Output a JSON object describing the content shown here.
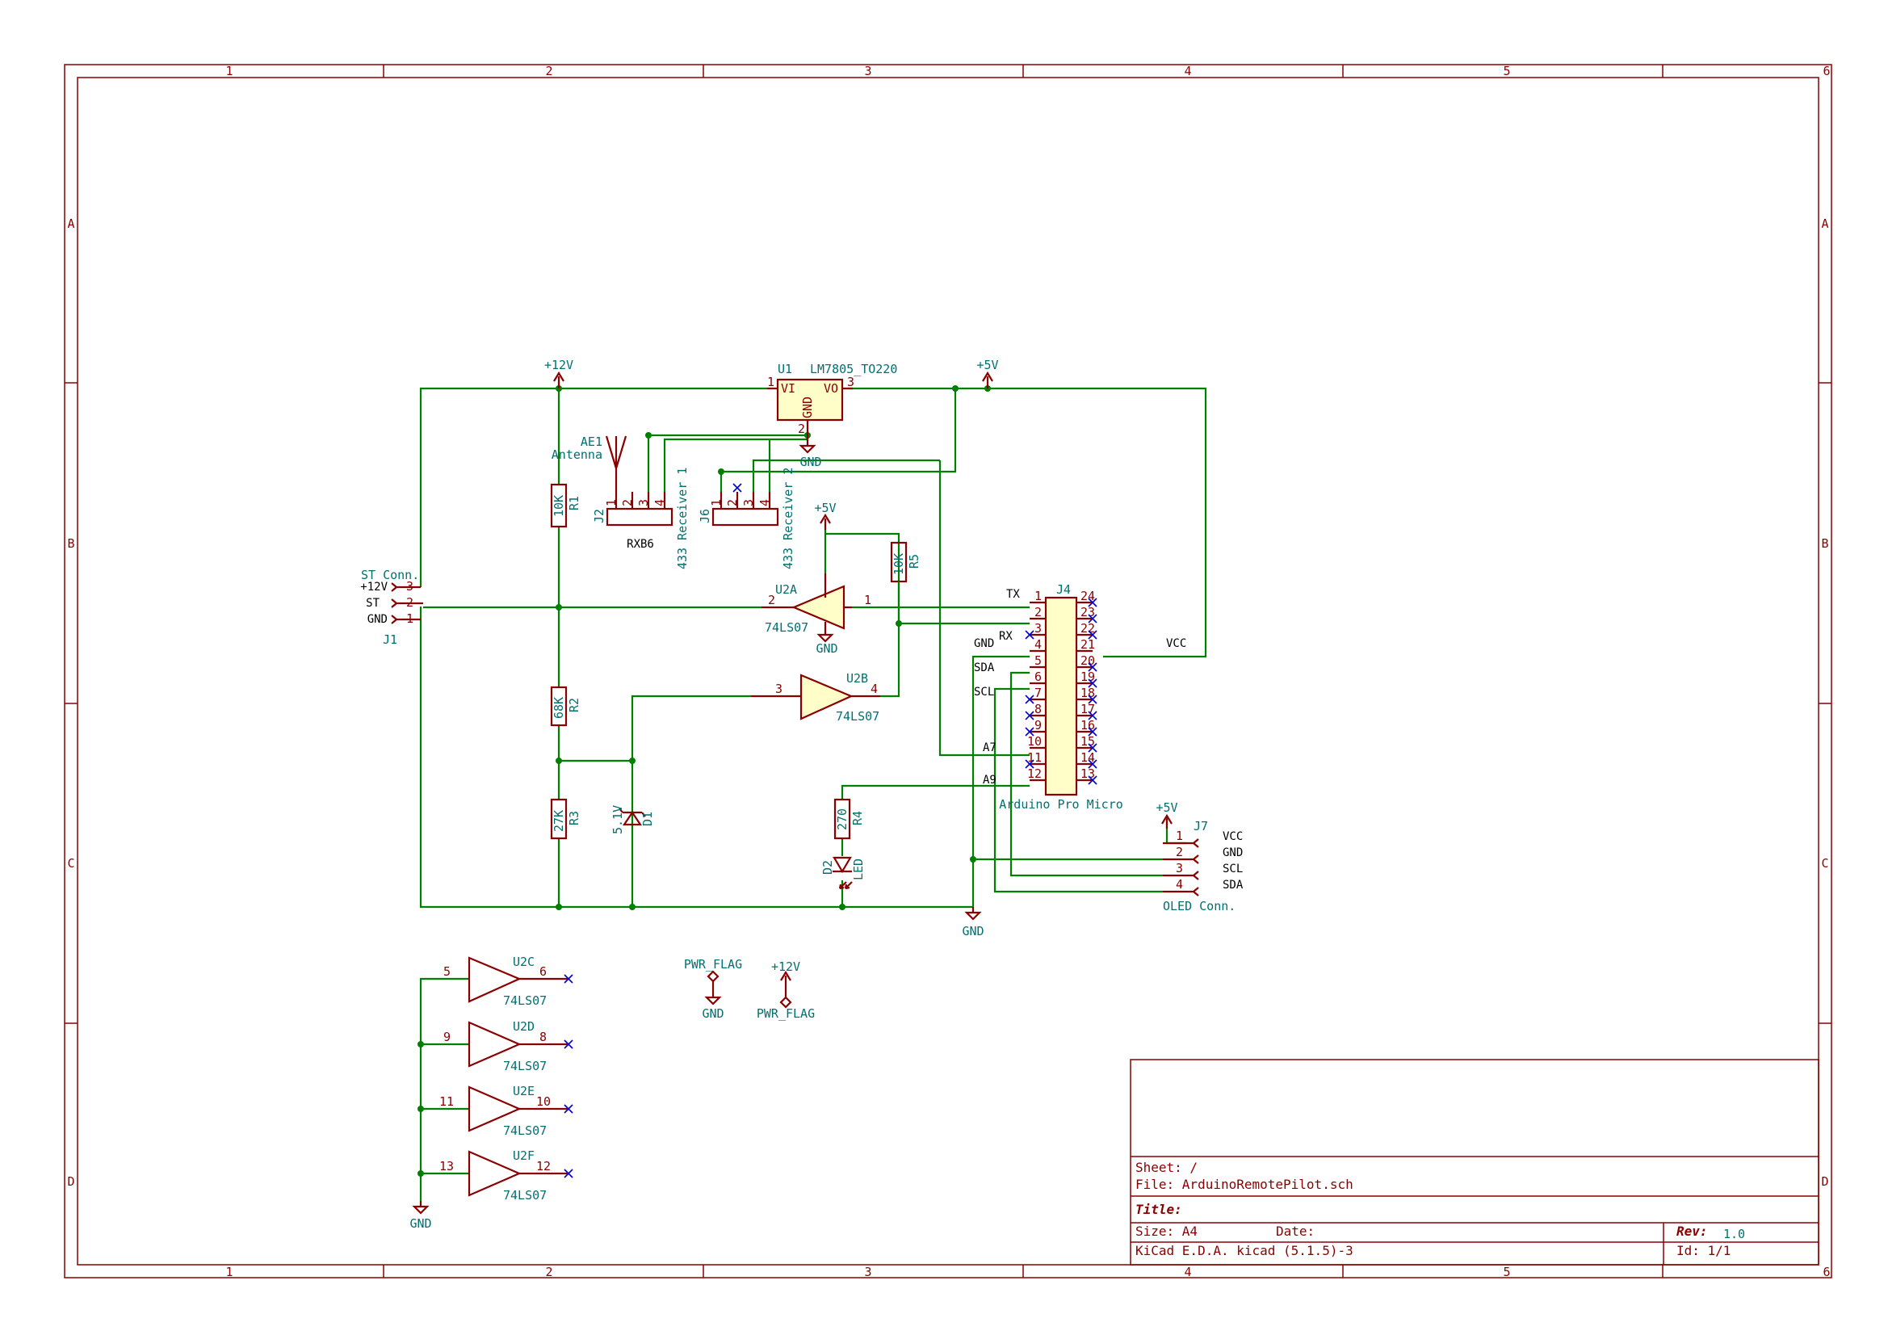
{
  "frame": {
    "columns": [
      "1",
      "2",
      "3",
      "4",
      "5",
      "6"
    ],
    "rows": [
      "A",
      "B",
      "C",
      "D"
    ]
  },
  "title_block": {
    "sheet": "Sheet: /",
    "file": "File: ArduinoRemotePilot.sch",
    "title": "Title:",
    "size": "Size: A4",
    "date": "Date:",
    "rev_label": "Rev:",
    "rev_value": "1.0",
    "tool": "KiCad E.D.A.  kicad (5.1.5)-3",
    "id": "Id: 1/1"
  },
  "components": {
    "u1": {
      "ref": "U1",
      "value": "LM7805_TO220",
      "pin_vi": "VI",
      "pin_vo": "VO",
      "pin_gnd": "GND",
      "pin1": "1",
      "pin2": "2",
      "pin3": "3"
    },
    "ae1": {
      "ref": "AE1",
      "value": "Antenna"
    },
    "r1": {
      "ref": "R1",
      "value": "10K"
    },
    "r2": {
      "ref": "R2",
      "value": "68K"
    },
    "r3": {
      "ref": "R3",
      "value": "27K"
    },
    "r4": {
      "ref": "R4",
      "value": "270"
    },
    "r5": {
      "ref": "R5",
      "value": "10K"
    },
    "d1": {
      "ref": "D1",
      "value": "5.1V"
    },
    "d2": {
      "ref": "D2",
      "value": "LED"
    },
    "j1": {
      "ref": "J1",
      "value": "ST Conn.",
      "pins": [
        "3",
        "2",
        "1"
      ],
      "labels": [
        "+12V",
        "ST",
        "GND"
      ]
    },
    "j2": {
      "ref": "J2",
      "value": "433 Receiver 1",
      "sub": "RXB6",
      "pins": [
        "1",
        "2",
        "3",
        "4"
      ]
    },
    "j6": {
      "ref": "J6",
      "value": "433 Receiver 2",
      "pins": [
        "1",
        "2",
        "3",
        "4"
      ]
    },
    "j4": {
      "ref": "J4",
      "value": "Arduino Pro Micro",
      "left_pins": [
        "1",
        "2",
        "3",
        "4",
        "5",
        "6",
        "7",
        "8",
        "9",
        "10",
        "11",
        "12"
      ],
      "right_pins": [
        "24",
        "23",
        "22",
        "21",
        "20",
        "19",
        "18",
        "17",
        "16",
        "15",
        "14",
        "13"
      ],
      "labels": {
        "tx": "TX",
        "rx": "RX",
        "gnd": "GND",
        "sda": "SDA",
        "scl": "SCL",
        "a7": "A7",
        "a9": "A9",
        "vcc": "VCC"
      }
    },
    "j7": {
      "ref": "J7",
      "value": "OLED Conn.",
      "pins": [
        "1",
        "2",
        "3",
        "4"
      ],
      "labels": [
        "VCC",
        "GND",
        "SCL",
        "SDA"
      ]
    },
    "u2a": {
      "ref": "U2A",
      "value": "74LS07",
      "in": "2",
      "out": "1"
    },
    "u2b": {
      "ref": "U2B",
      "value": "74LS07",
      "in": "3",
      "out": "4"
    },
    "u2c": {
      "ref": "U2C",
      "value": "74LS07",
      "in": "5",
      "out": "6"
    },
    "u2d": {
      "ref": "U2D",
      "value": "74LS07",
      "in": "9",
      "out": "8"
    },
    "u2e": {
      "ref": "U2E",
      "value": "74LS07",
      "in": "11",
      "out": "10"
    },
    "u2f": {
      "ref": "U2F",
      "value": "74LS07",
      "in": "13",
      "out": "12"
    }
  },
  "power": {
    "p12v": "+12V",
    "p5v": "+5V",
    "gnd": "GND",
    "pwr_flag": "PWR_FLAG"
  }
}
